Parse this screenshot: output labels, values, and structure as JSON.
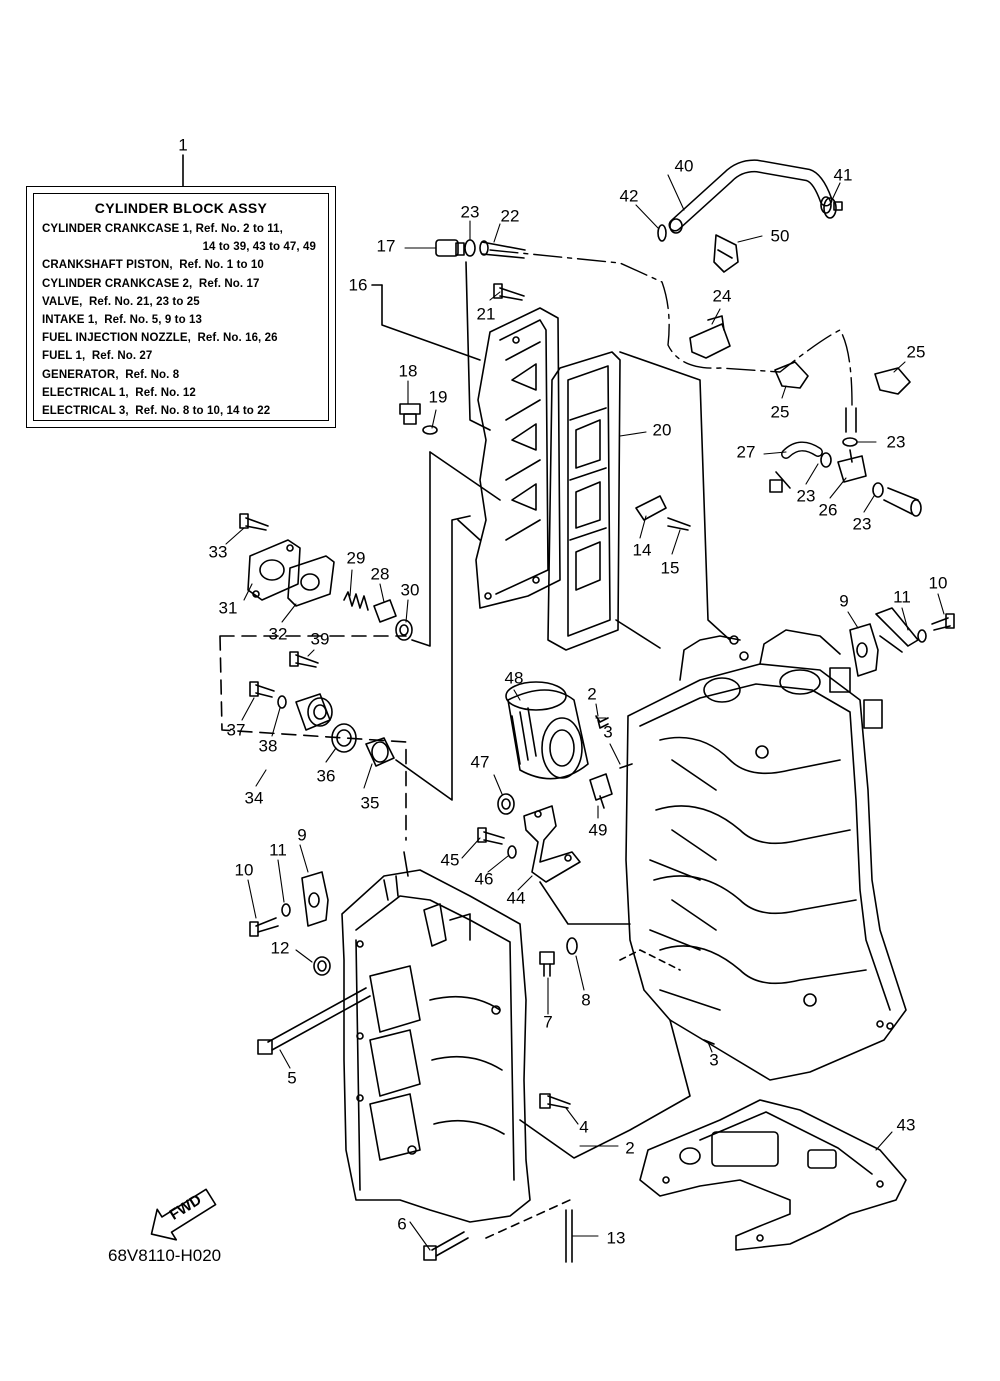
{
  "legend": {
    "title": "CYLINDER BLOCK ASSY",
    "rows": [
      {
        "text": "CYLINDER CRANKCASE 1, Ref. No. 2 to 11,",
        "indent": false
      },
      {
        "text": "14 to 39, 43 to 47, 49",
        "indent": true
      },
      {
        "text": "CRANKSHAFT PISTON,  Ref. No. 1 to 10",
        "indent": false
      },
      {
        "text": "CYLINDER CRANKCASE 2,  Ref. No. 17",
        "indent": false
      },
      {
        "text": "VALVE,  Ref. No. 21, 23 to 25",
        "indent": false
      },
      {
        "text": "INTAKE 1,  Ref. No. 5, 9 to 13",
        "indent": false
      },
      {
        "text": "FUEL INJECTION NOZZLE,  Ref. No. 16, 26",
        "indent": false
      },
      {
        "text": "FUEL 1,  Ref. No. 27",
        "indent": false
      },
      {
        "text": "GENERATOR,  Ref. No. 8",
        "indent": false
      },
      {
        "text": "ELECTRICAL 1,  Ref. No. 12",
        "indent": false
      },
      {
        "text": "ELECTRICAL 3,  Ref. No. 8 to 10, 14 to 22",
        "indent": false
      }
    ]
  },
  "callouts": [
    "1",
    "40",
    "41",
    "42",
    "23",
    "22",
    "50",
    "17",
    "16",
    "21",
    "24",
    "25",
    "25",
    "18",
    "19",
    "20",
    "23",
    "27",
    "23",
    "26",
    "23",
    "14",
    "15",
    "33",
    "29",
    "28",
    "30",
    "31",
    "32",
    "9",
    "11",
    "10",
    "39",
    "37",
    "38",
    "36",
    "35",
    "34",
    "48",
    "2",
    "3",
    "47",
    "49",
    "9",
    "11",
    "10",
    "45",
    "46",
    "44",
    "12",
    "8",
    "7",
    "5",
    "3",
    "4",
    "2",
    "43",
    "6",
    "13"
  ],
  "fwd_label": "FWD",
  "drawing_code": "68V8110-H020",
  "colors": {
    "ink": "#000000",
    "paper": "#ffffff"
  }
}
